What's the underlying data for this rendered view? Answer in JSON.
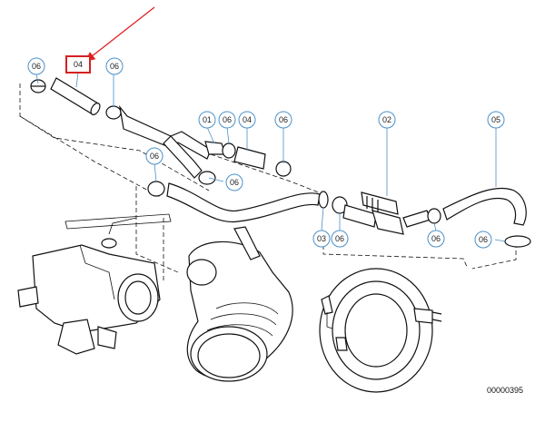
{
  "diagram": {
    "highlighted_part": "04",
    "callouts": [
      {
        "id": "c-06-a",
        "label": "06"
      },
      {
        "id": "c-04-box",
        "label": "04"
      },
      {
        "id": "c-06-b",
        "label": "06"
      },
      {
        "id": "c-01",
        "label": "01"
      },
      {
        "id": "c-06-c",
        "label": "06"
      },
      {
        "id": "c-04",
        "label": "04"
      },
      {
        "id": "c-06-d",
        "label": "06"
      },
      {
        "id": "c-02",
        "label": "02"
      },
      {
        "id": "c-05",
        "label": "05"
      },
      {
        "id": "c-06-e",
        "label": "06"
      },
      {
        "id": "c-06-f",
        "label": "06"
      },
      {
        "id": "c-03",
        "label": "03"
      },
      {
        "id": "c-06-g",
        "label": "06"
      },
      {
        "id": "c-06-h",
        "label": "06"
      },
      {
        "id": "c-06-i",
        "label": "06"
      }
    ],
    "reference_number": "00000395",
    "colors": {
      "callout_ring": "#4a90c8",
      "highlight_box": "#d62020",
      "arrow": "#e02020",
      "line": "#111111"
    }
  }
}
